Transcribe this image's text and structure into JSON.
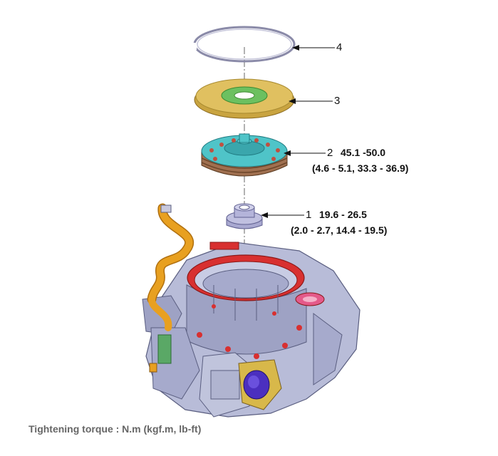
{
  "callouts": [
    {
      "number": "4",
      "torque_line1": "",
      "torque_line2": ""
    },
    {
      "number": "3",
      "torque_line1": "",
      "torque_line2": ""
    },
    {
      "number": "2",
      "torque_line1": "45.1 -50.0",
      "torque_line2": "(4.6 - 5.1, 33.3 - 36.9)"
    },
    {
      "number": "1",
      "torque_line1": "19.6 - 26.5",
      "torque_line2": "(2.0 - 2.7, 14.4 - 19.5)"
    }
  ],
  "caption": "Tightening torque : N.m (kgf.m, lb-ft)",
  "colors": {
    "snap_ring": "#8a8aa8",
    "plate": "#e0c060",
    "plate_inner": "#6cc060",
    "clutch_top": "#4fc4c8",
    "clutch_friction": "#a07050",
    "housing": "#b8bcd8",
    "housing_red": "#d83030",
    "hose": "#e8a020",
    "solenoid": "#4b2fbf",
    "bracket": "#d8b84a",
    "green_part": "#5aa866"
  }
}
